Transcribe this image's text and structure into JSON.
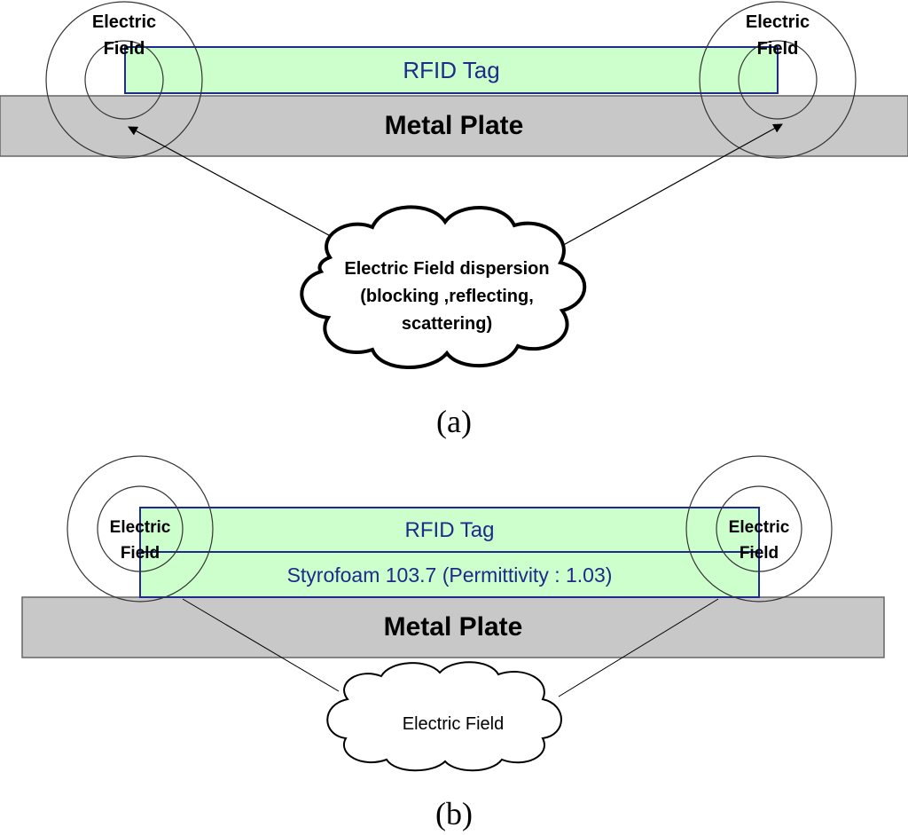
{
  "panel_a": {
    "tag_label": "RFID Tag",
    "plate_label": "Metal Plate",
    "left_field_line1": "Electric",
    "left_field_line2": "Field",
    "right_field_line1": "Electric",
    "right_field_line2": "Field",
    "cloud_line1": "Electric Field dispersion",
    "cloud_line2": "(blocking ,reflecting,",
    "cloud_line3": "scattering)",
    "caption": "(a)"
  },
  "panel_b": {
    "tag_label": "RFID Tag",
    "spacer_label": "Styrofoam 103.7 (Permittivity : 1.03)",
    "plate_label": "Metal Plate",
    "left_field_line1": "Electric",
    "left_field_line2": "Field",
    "right_field_line1": "Electric",
    "right_field_line2": "Field",
    "cloud_label": "Electric Field",
    "caption": "(b)"
  },
  "colors": {
    "tag_fill": "#ccffcc",
    "tag_border": "#1f2a8a",
    "tag_text": "#1f2a8a",
    "plate_fill": "#c8c8c8",
    "plate_border": "#666666"
  }
}
